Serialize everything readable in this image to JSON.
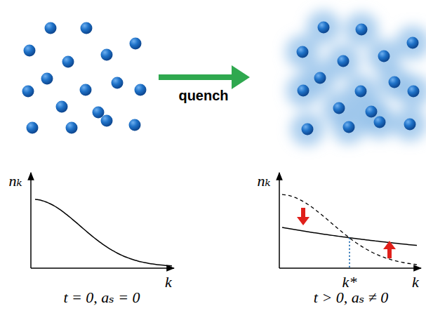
{
  "diagram": {
    "labels": [
      "quench",
      "nₖ",
      "k",
      "t = 0, aₛ = 0",
      "nₖ",
      "k",
      "k*",
      "t > 0, aₛ ≠ 0"
    ]
  }
}
